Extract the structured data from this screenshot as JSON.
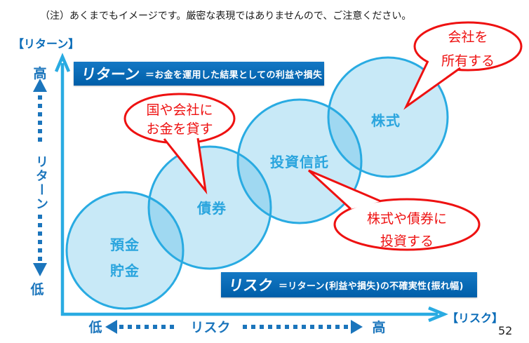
{
  "note": "（注）あくまでもイメージです。厳密な表現ではありませんので、ご注意ください。",
  "page_number": "52",
  "y_axis": {
    "title": "【リターン】",
    "high": "高",
    "word": "リターン",
    "low": "低"
  },
  "x_axis": {
    "title": "【リスク】",
    "low": "低",
    "word": "リスク",
    "high": "高"
  },
  "definitions": {
    "return": {
      "term": "リターン",
      "text": "＝お金を運用した結果としての利益や損失"
    },
    "risk": {
      "term": "リスク",
      "text": "＝リターン(利益や損失)の不確実性(振れ幅)"
    }
  },
  "products": [
    {
      "name": "預金・貯金",
      "lines": [
        "預金",
        "貯金"
      ],
      "risk_level": 1,
      "return_level": 1
    },
    {
      "name": "債券",
      "lines": [
        "債券"
      ],
      "risk_level": 2,
      "return_level": 2
    },
    {
      "name": "投資信託",
      "lines": [
        "投資信託"
      ],
      "risk_level": 3,
      "return_level": 3
    },
    {
      "name": "株式",
      "lines": [
        "株式"
      ],
      "risk_level": 4,
      "return_level": 4
    }
  ],
  "callouts": [
    {
      "lines": [
        "国や会社に",
        "お金を貸す"
      ],
      "points_to": "債券"
    },
    {
      "lines": [
        "会社を",
        "所有する"
      ],
      "points_to": "株式"
    },
    {
      "lines": [
        "株式や債券に",
        "投資する"
      ],
      "points_to": "投資信託"
    }
  ],
  "colors": {
    "axis_blue": "#29abe2",
    "dark_blue": "#1b75bc",
    "box_blue": "#0068b7",
    "circle_label_blue": "#2aa5de",
    "callout_red": "#ee1111"
  }
}
